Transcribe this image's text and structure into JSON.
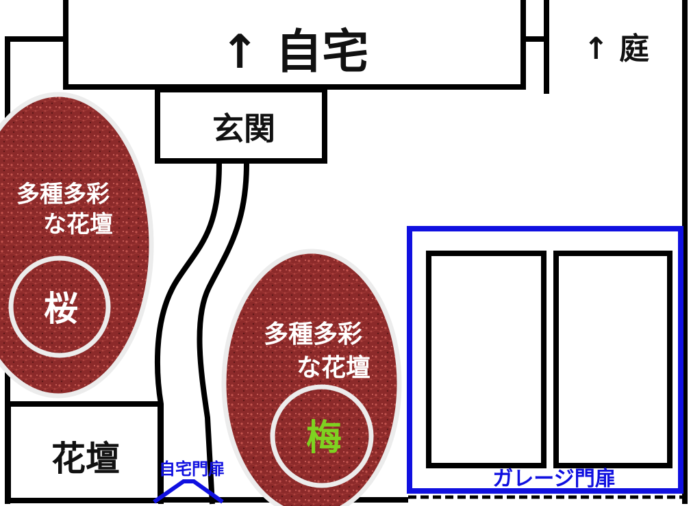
{
  "labels": {
    "home": "↑ 自宅",
    "garden": "↑ 庭",
    "entrance": "玄関",
    "flowerbed_left_line1": "多種多彩",
    "flowerbed_left_line2": "な花壇",
    "sakura": "桜",
    "flowerbed_center_line1": "多種多彩",
    "flowerbed_center_line2": "な花壇",
    "ume": "梅",
    "flowerbed_small": "花壇",
    "home_gate": "自宅門扉",
    "garage_gate": "ガレージ門扉"
  },
  "colors": {
    "line": "#000000",
    "flowerbed_fill": "#8c2a2a",
    "flowerbed_border": "#ececec",
    "garage_border": "#1010e0",
    "ume_text": "#7ed321"
  }
}
